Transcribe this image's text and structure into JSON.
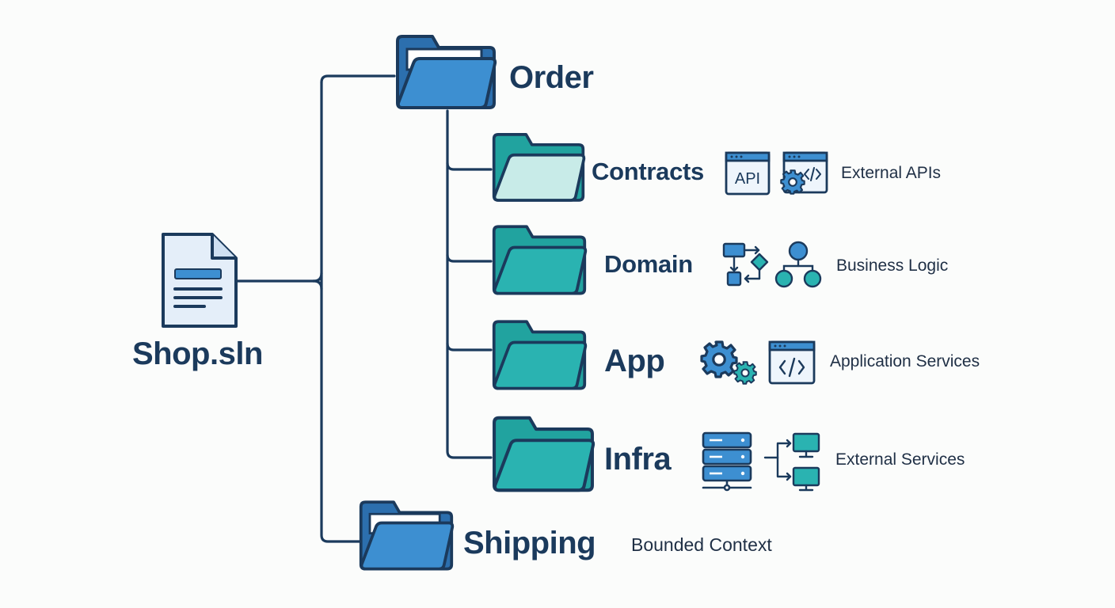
{
  "solution": {
    "label": "Shop.sln"
  },
  "order": {
    "label": "Order",
    "children": [
      {
        "label": "Contracts",
        "description": "External APIs",
        "icons": [
          "api-window-icon",
          "code-gear-window-icon"
        ]
      },
      {
        "label": "Domain",
        "description": "Business Logic",
        "icons": [
          "flowchart-icon",
          "hierarchy-icon"
        ]
      },
      {
        "label": "App",
        "description": "Application Services",
        "icons": [
          "gears-icon",
          "code-window-icon"
        ]
      },
      {
        "label": "Infra",
        "description": "External Services",
        "icons": [
          "server-icon",
          "network-monitors-icon"
        ]
      }
    ]
  },
  "shipping": {
    "label": "Shipping",
    "description": "Bounded Context"
  },
  "api_icon_text": "API",
  "colors": {
    "line": "#1b3a5c",
    "folder_blue": "#3d8fd1",
    "folder_teal": "#2ab3b1",
    "folder_light": "#bfe6e4",
    "doc_fill": "#e4eef9",
    "icon_blue": "#3d8fd1",
    "icon_teal": "#2ab3b1"
  }
}
